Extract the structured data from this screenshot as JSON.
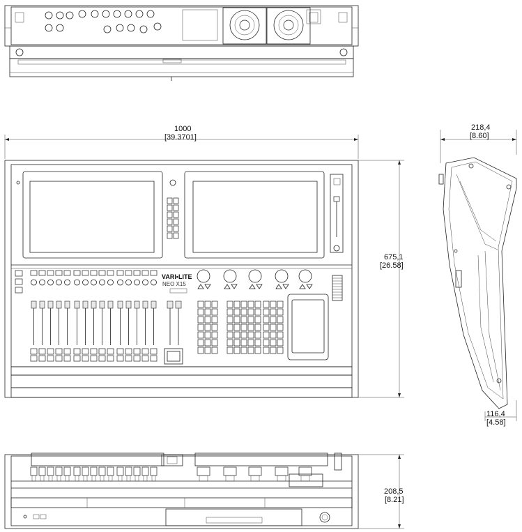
{
  "brand": {
    "name": "VARI•LITE",
    "model": "NEO X15"
  },
  "dimensions": {
    "width_mm": "1000",
    "width_in": "[39.3701]",
    "depth_mm": "675,1",
    "depth_in": "[26.58]",
    "top_depth_mm": "218,4",
    "top_depth_in": "[8.60]",
    "bottom_depth_mm": "116,4",
    "bottom_depth_in": "[4.58]",
    "height_mm": "208,5",
    "height_in": "[8.21]"
  },
  "icons": [
    "fan-icon",
    "xlr-connector-icon",
    "encoder-knob-icon",
    "fader-icon"
  ]
}
